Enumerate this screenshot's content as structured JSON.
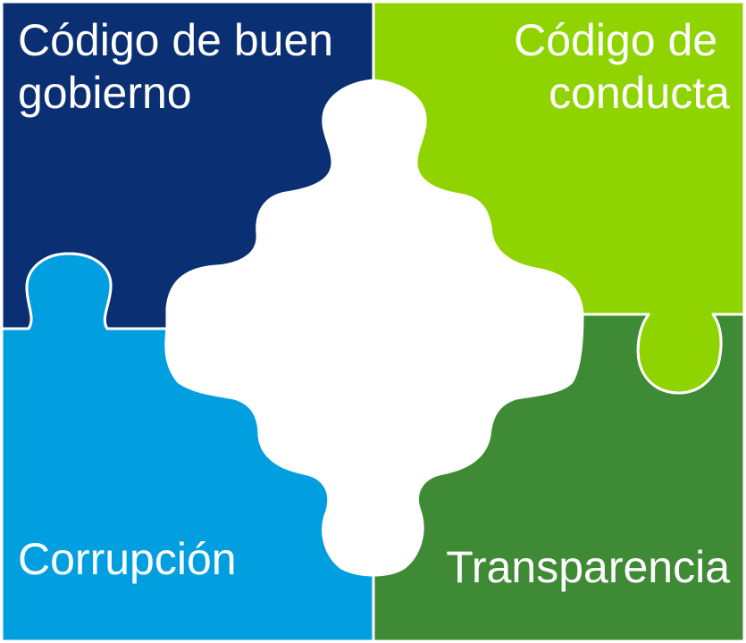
{
  "puzzle": {
    "pieces": [
      {
        "id": "top-left",
        "lines": [
          "Código de buen",
          "gobierno"
        ],
        "color": "#0a2f73"
      },
      {
        "id": "top-right",
        "lines": [
          "Código de",
          "conducta"
        ],
        "color": "#8fd400"
      },
      {
        "id": "bottom-left",
        "lines": [
          "Corrupción"
        ],
        "color": "#019fdf"
      },
      {
        "id": "bottom-right",
        "lines": [
          "Transparencia"
        ],
        "color": "#3e8a35"
      }
    ],
    "center_color": "#ffffff",
    "outline_color": "#ffffff"
  }
}
